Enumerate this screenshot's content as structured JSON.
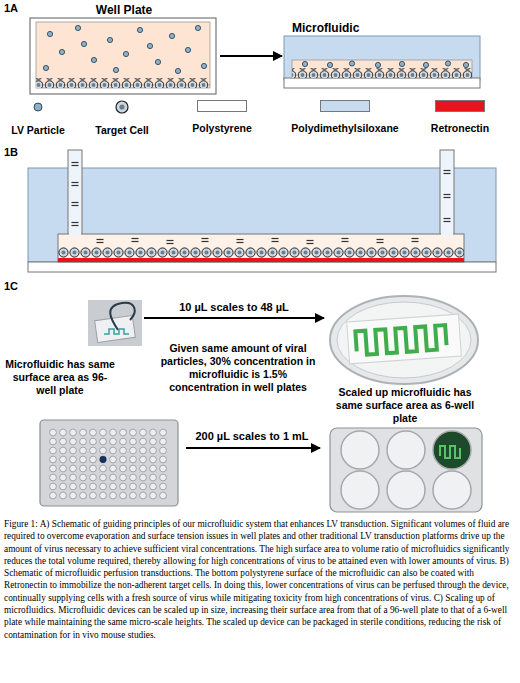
{
  "diagram": {
    "caption": "Figure 1: A) Schematic of guiding principles of our microfluidic system that enhances LV transduction. Significant volumes of fluid are required to overcome evaporation and surface tension issues in well plates and other traditional LV transduction platforms drive up the amount of virus necessary to achieve sufficient viral concentrations. The high surface area to volume ratio of microfluidics significantly reduces the total volume required, thereby allowing for high concentrations of virus to be attained even with lower amounts of virus. B) Schematic of microfluidic perfusion transductions. The bottom polystyrene surface of the microfluidic can also be coated with Retronectin to immobilize the non-adherent target cells. In doing this, lower concentrations of virus can be perfused through the device, continually supplying cells with a fresh source of virus while mitigating toxicity from high concentrations of virus. C) Scaling up of microfluidics. Microfluidic devices can be scaled up in size, increasing their surface area from that of a 96-well plate to that of a 6-well plate while maintaining the same micro-scale heights. The scaled up device can be packaged in sterile conditions, reducing the risk of contamination for in vivo mouse studies.",
    "nodes": [
      {
        "text": [
          "Well Plate"
        ]
      },
      {
        "text": [
          "Microfluidic"
        ]
      },
      {
        "text": [
          "Microfluidic has same surface area as 96-well plate"
        ]
      },
      {
        "text": [
          "Scaled up microfluidic has same surface area as 6-well plate"
        ]
      }
    ],
    "edges": [
      {
        "from": 0,
        "to": 1,
        "arrow": "to"
      },
      {
        "from": 2,
        "to": 3,
        "arrow": "to",
        "label": "10 µL scales to 48 µL"
      }
    ],
    "labels": [
      "1A",
      "1B",
      "1C",
      "Given same amount of viral particles, 30% concentration in microfluidic is 1.5% concentration in well plates",
      "200 µL scales to 1 mL"
    ],
    "legend": [
      {
        "text": "LV Particle"
      },
      {
        "text": "Target Cell"
      },
      {
        "text": "Polystyrene",
        "color": "#ffffff"
      },
      {
        "text": "Polydimethylsiloxane",
        "color": "#c6daf0"
      },
      {
        "text": "Retronectin",
        "color": "#e8141c"
      }
    ]
  }
}
